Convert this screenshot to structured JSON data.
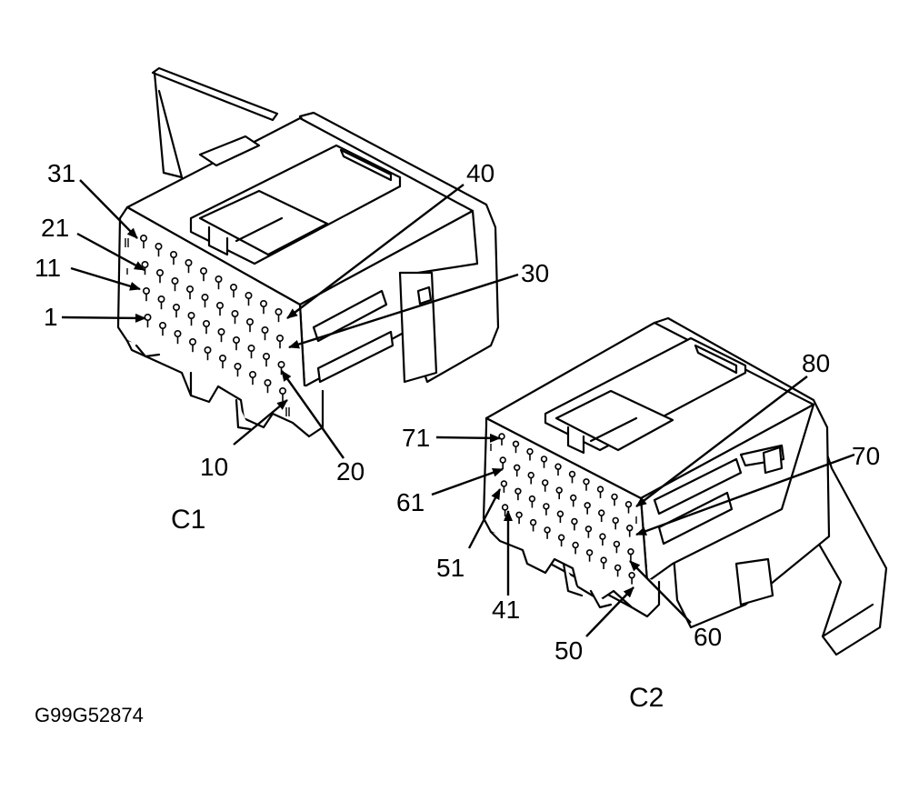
{
  "connectors": [
    {
      "name": "C1",
      "pin_labels": [
        "31",
        "21",
        "11",
        "1",
        "40",
        "30",
        "10",
        "20"
      ]
    },
    {
      "name": "C2",
      "pin_labels": [
        "71",
        "61",
        "51",
        "41",
        "80",
        "70",
        "50",
        "60"
      ]
    }
  ],
  "figure_code": "G99G52874"
}
